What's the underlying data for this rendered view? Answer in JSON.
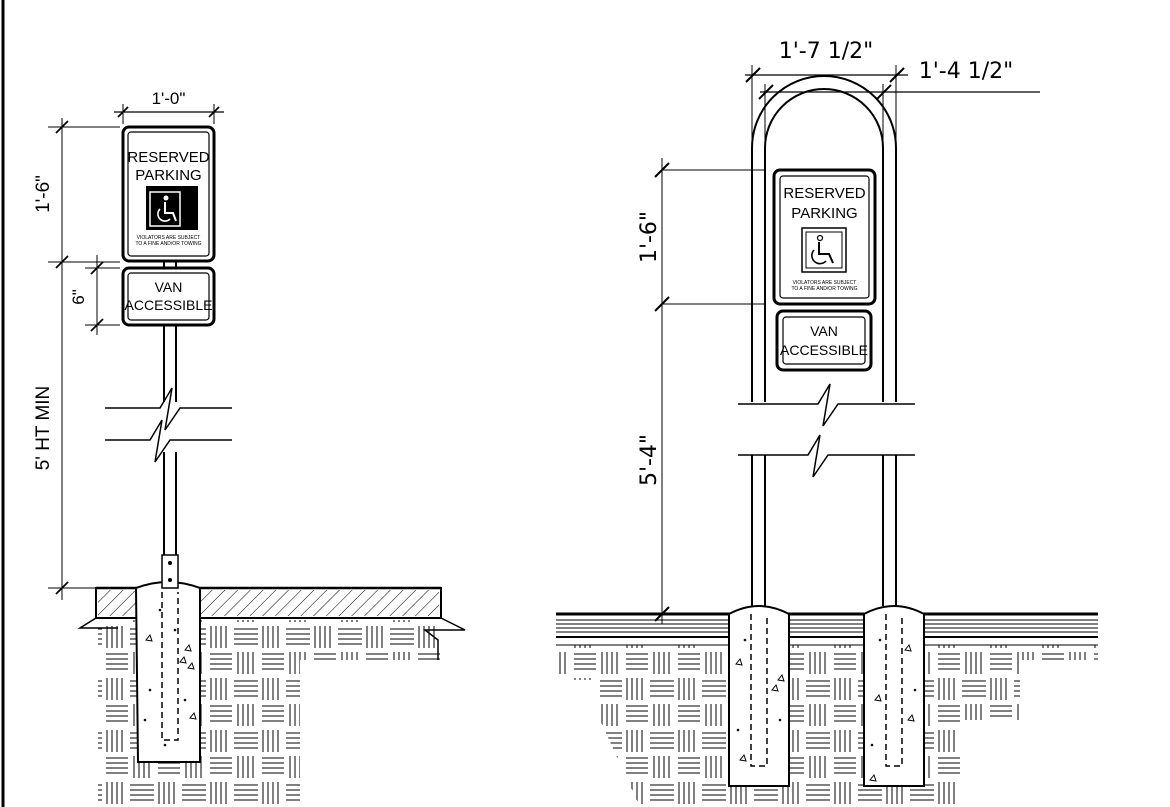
{
  "left_detail": {
    "width_dim": "1'-0\"",
    "sign_height_dim": "1'-6\"",
    "van_sign_height_dim": "6\"",
    "mount_height_dim": "5' HT MIN",
    "sign": {
      "line1": "RESERVED",
      "line2": "PARKING",
      "fine1": "VIOLATORS ARE SUBJECT",
      "fine2": "TO A FINE AND/OR TOWING"
    },
    "van_sign": {
      "line1": "VAN",
      "line2": "ACCESSIBLE"
    }
  },
  "right_detail": {
    "outer_width_dim": "1'-7 1/2\"",
    "inner_width_dim": "1'-4 1/2\"",
    "sign_height_dim": "1'-6\"",
    "mount_height_dim": "5'-4\"",
    "sign": {
      "line1": "RESERVED",
      "line2": "PARKING",
      "fine1": "VIOLATORS ARE SUBJECT",
      "fine2": "TO A FINE AND/OR TOWING"
    },
    "van_sign": {
      "line1": "VAN",
      "line2": "ACCESSIBLE"
    }
  },
  "icons": [
    "wheelchair-icon",
    "break-line-symbol",
    "concrete-footing",
    "earth-hatch",
    "pavement-hatch"
  ]
}
